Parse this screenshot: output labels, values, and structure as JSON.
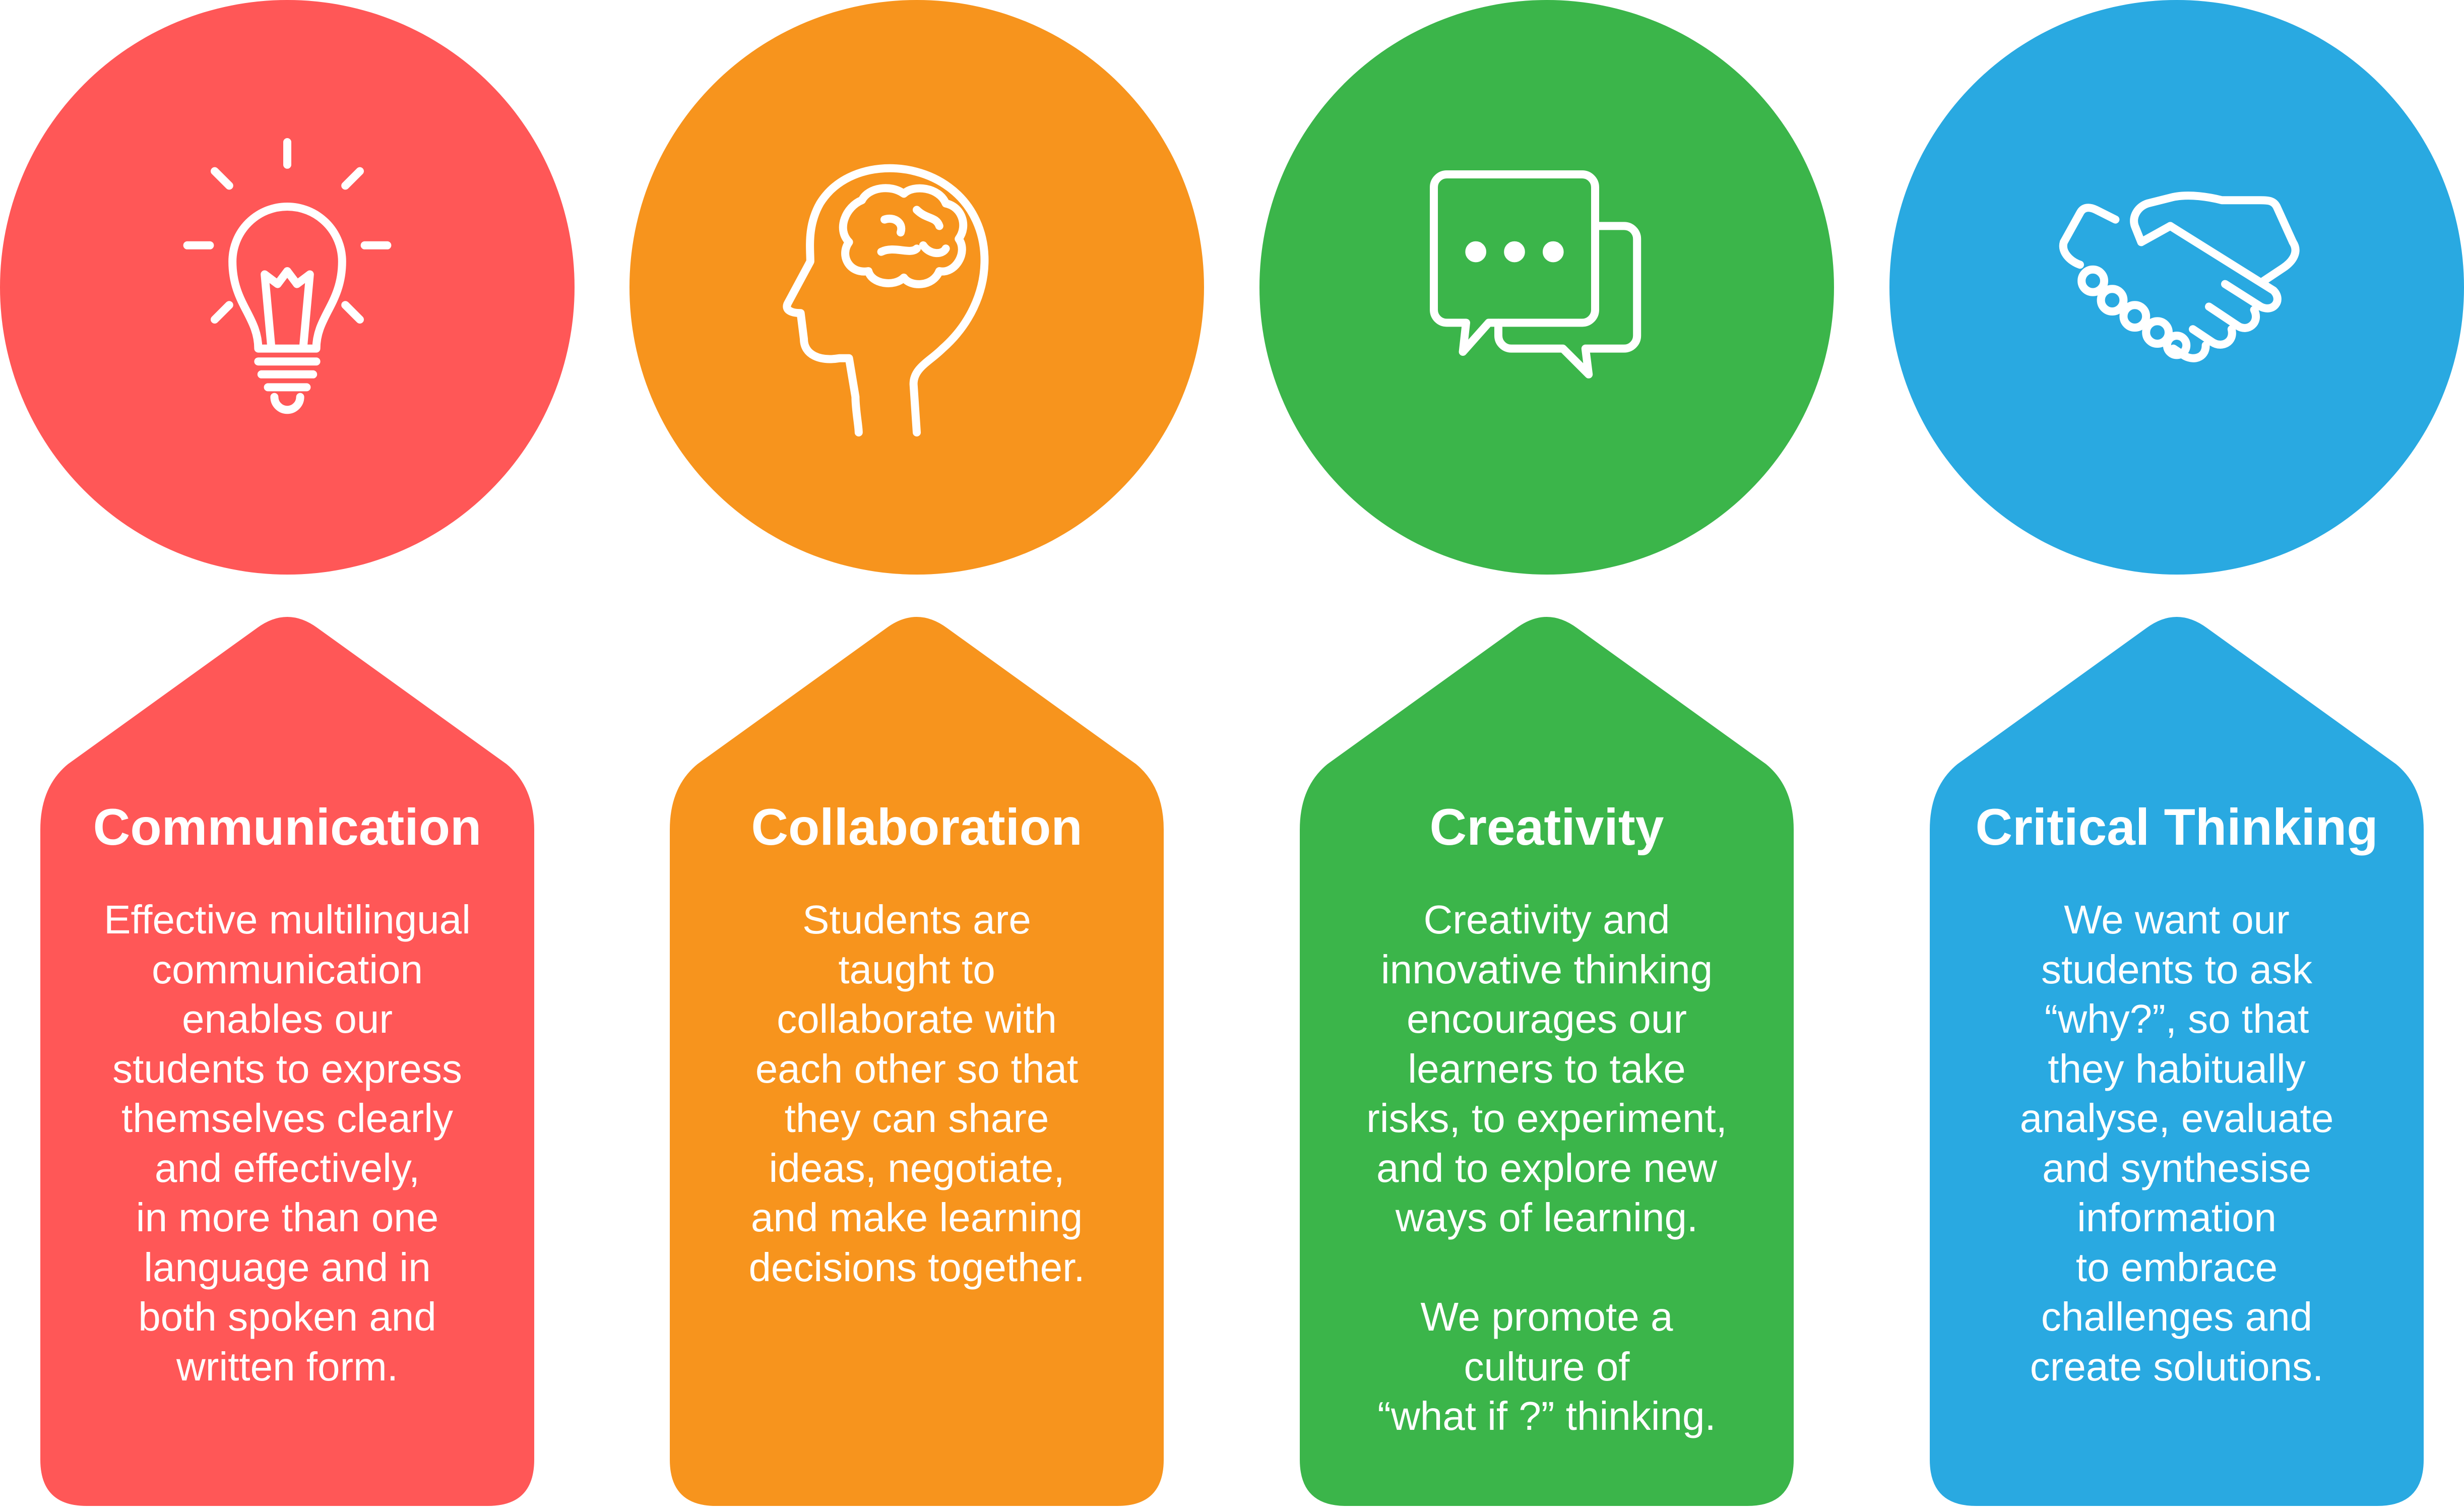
{
  "colors": {
    "communication": "#FF5757",
    "collaboration": "#F7941D",
    "creativity": "#3BB54A",
    "critical_thinking": "#29A9E1"
  },
  "cards": [
    {
      "icon": "lightbulb-icon",
      "title": "Communication",
      "lines": [
        "Effective multilingual",
        "communication",
        "enables our",
        "students to express",
        "themselves clearly",
        "and effectively,",
        "in more than one",
        "language and in",
        "both spoken and",
        "written form."
      ]
    },
    {
      "icon": "brain-head-icon",
      "title": "Collaboration",
      "lines": [
        "Students are",
        "taught to",
        "collaborate with",
        "each other so that",
        "they can share",
        "ideas, negotiate,",
        "and make learning",
        "decisions together."
      ]
    },
    {
      "icon": "chat-bubbles-icon",
      "title": "Creativity",
      "lines": [
        "Creativity and",
        "innovative thinking",
        "encourages our",
        "learners to take",
        "risks, to experiment,",
        "and to explore new",
        "ways of learning."
      ],
      "lines2": [
        "We promote a",
        "culture of",
        "“what if ?” thinking."
      ]
    },
    {
      "icon": "handshake-icon",
      "title": "Critical Thinking",
      "lines": [
        "We want our",
        "students to ask",
        "“why?”, so that",
        "they habitually",
        "analyse, evaluate",
        "and synthesise",
        "information",
        "to embrace",
        "challenges and",
        "create solutions."
      ]
    }
  ]
}
